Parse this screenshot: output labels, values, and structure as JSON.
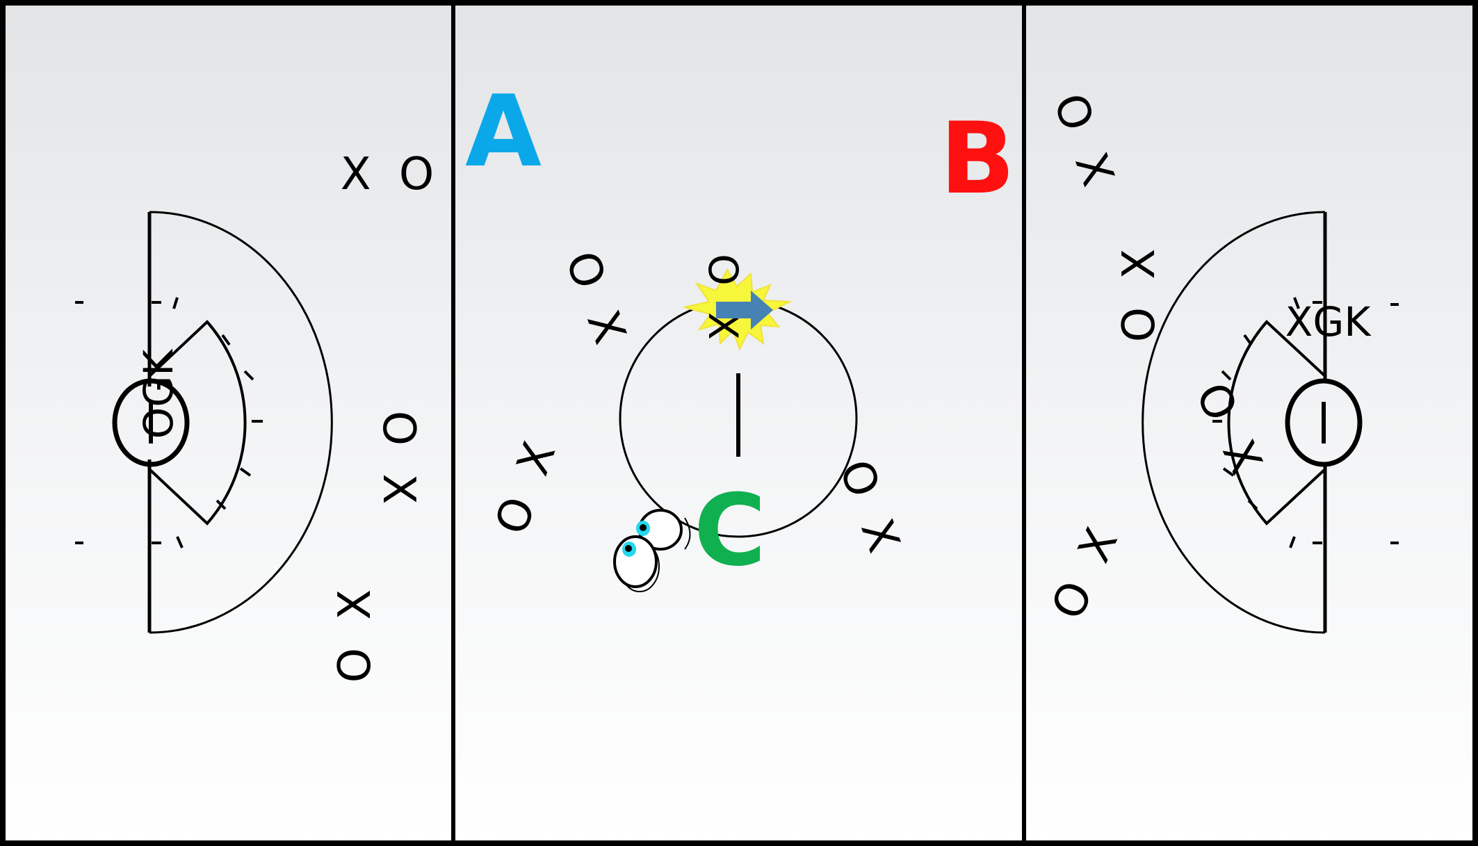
{
  "diagram": {
    "type": "lacrosse-field-diagram",
    "colors": {
      "background_top": "#e4e6e8",
      "background_bottom": "#ffffff",
      "lines": "#000000",
      "label_a": "#0aa8e8",
      "label_b": "#ff1010",
      "label_c": "#10b050",
      "burst": "#f6f63a",
      "arrow": "#4682b4",
      "eyes": "#22d8ee"
    },
    "labels": {
      "a": "A",
      "b": "B",
      "c": "C"
    },
    "players": {
      "left_top": "X O",
      "left_mid": "O X",
      "left_bottom": "O X",
      "left_goalie": "OGK",
      "center_upper_left": "O X",
      "center_top": "O X",
      "center_lower_left": "O X",
      "center_lower_right": "O X",
      "right_top": "O X",
      "right_crease_top": "O X",
      "right_goalie": "XGK",
      "right_crease_mid": "O X",
      "right_bottom": "O X"
    },
    "icons": {
      "burst": "starburst-icon",
      "arrow": "right-arrow-icon",
      "eyes": "googly-eyes-icon"
    }
  }
}
